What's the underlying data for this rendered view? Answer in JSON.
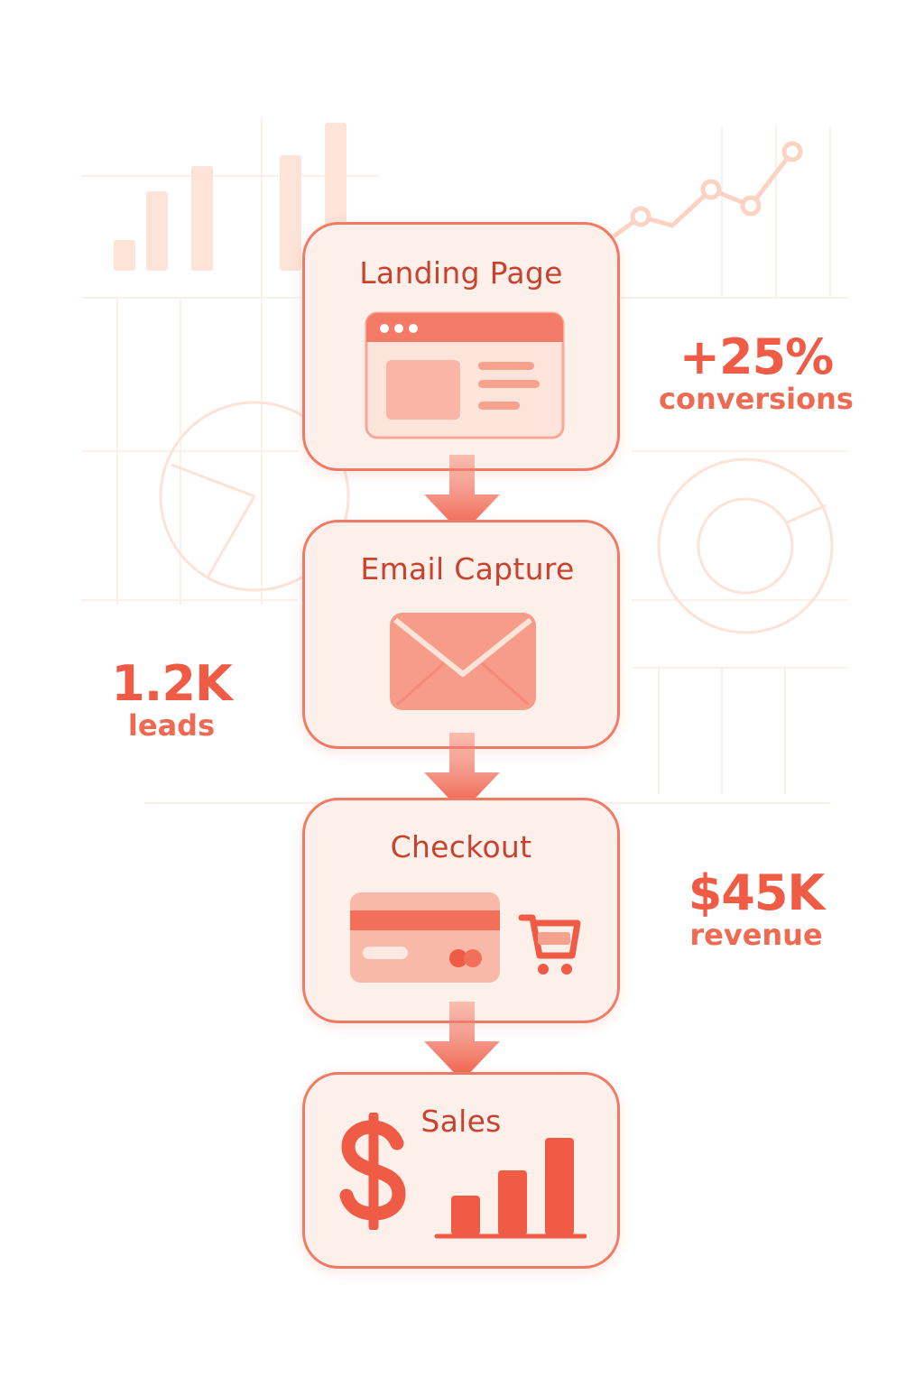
{
  "colors": {
    "accent": "#ef5b45",
    "title": "#c8432f",
    "card_fill": "#fdf0ea",
    "card_border": "#f07a66",
    "faint": "#fbd9cc"
  },
  "stages": [
    {
      "title": "Landing Page",
      "icon": "browser-window-icon"
    },
    {
      "title": "Email Capture",
      "icon": "envelope-icon"
    },
    {
      "title": "Checkout",
      "icon": "credit-card-icon"
    },
    {
      "title": "Sales",
      "icon": "dollar-sign-icon"
    }
  ],
  "stats": {
    "conversions": {
      "value": "+25%",
      "label": "conversions"
    },
    "leads": {
      "value": "1.2K",
      "label": "leads"
    },
    "revenue": {
      "value": "$45K",
      "label": "revenue"
    }
  }
}
